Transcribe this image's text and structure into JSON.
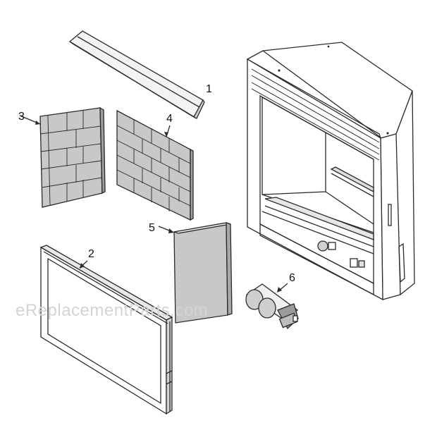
{
  "callouts": {
    "p1": "1",
    "p2": "2",
    "p3": "3",
    "p4": "4",
    "p5": "5",
    "p6": "6"
  },
  "watermark": "eReplacementParts.com",
  "colors": {
    "panel_fill": "#c8c8c8",
    "panel_light": "#e2e2e2",
    "line": "#2a2a2a",
    "watermark": "#d4d4d4"
  }
}
